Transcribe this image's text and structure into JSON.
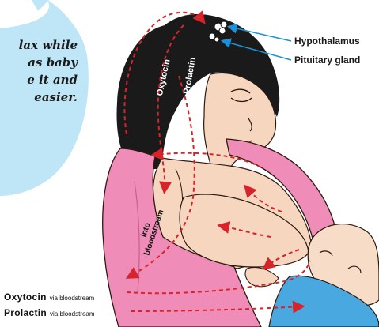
{
  "bubble": {
    "lines": [
      "lax while",
      "as baby",
      "e it and",
      "easier."
    ],
    "color": "#bfe6f7"
  },
  "labels": {
    "hypothalamus": "Hypothalamus",
    "pituitary": "Pituitary gland",
    "oxytocin_head": "Oxytocin",
    "prolactin_head": "Prolactin",
    "into": "into",
    "bloodstream": "bloodstream",
    "oxytocin_bottom": "Oxytocin",
    "prolactin_bottom": "Prolactin",
    "via_1": "via bloodstream",
    "via_2": "via bloodstream"
  },
  "colors": {
    "arrow_red": "#d8232a",
    "pointer_blue": "#1e90d6",
    "hair": "#1a1a1a",
    "skin": "#f6d6bf",
    "garment": "#f08cb8",
    "baby_shirt": "#4aa8e0"
  }
}
